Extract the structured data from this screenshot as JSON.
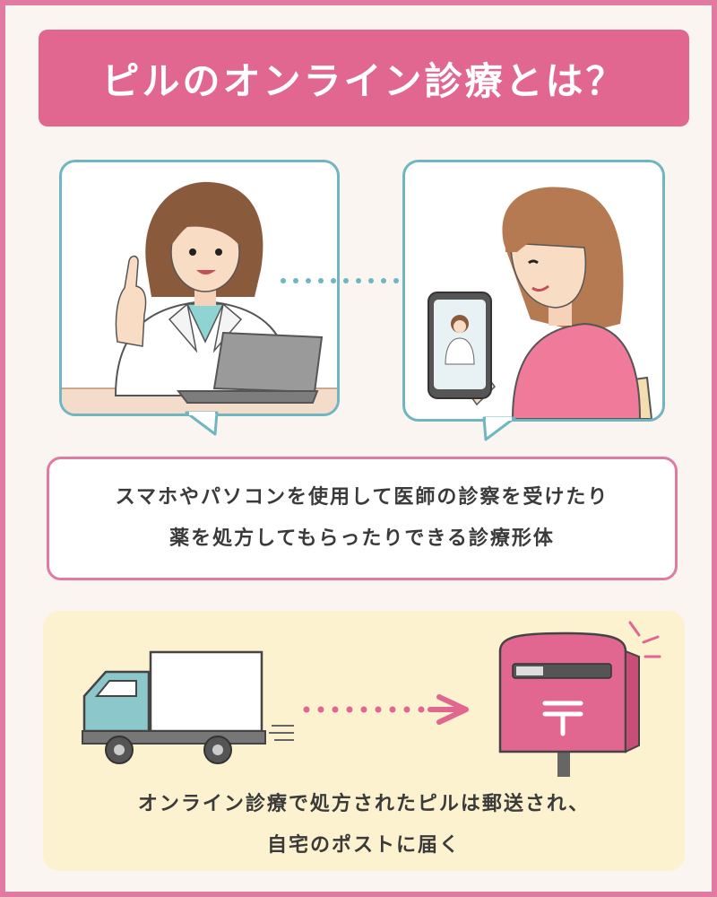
{
  "title": "ピルのオンライン診療とは？",
  "description": {
    "line1": "スマホやパソコンを使用して医師の診察を受けたり",
    "line2": "薬を処方してもらったりできる診療形体"
  },
  "delivery": {
    "line1": "オンライン診療で処方されたピルは郵送され、",
    "line2": "自宅のポストに届く"
  },
  "colors": {
    "accent_pink": "#e16790",
    "frame_pink": "#e07aa0",
    "teal": "#6fb6c0",
    "cream": "#fcf2cf"
  },
  "icons": {
    "doctor": "doctor-illustration",
    "patient": "patient-illustration",
    "truck": "delivery-truck-icon",
    "mailbox": "mailbox-icon"
  }
}
